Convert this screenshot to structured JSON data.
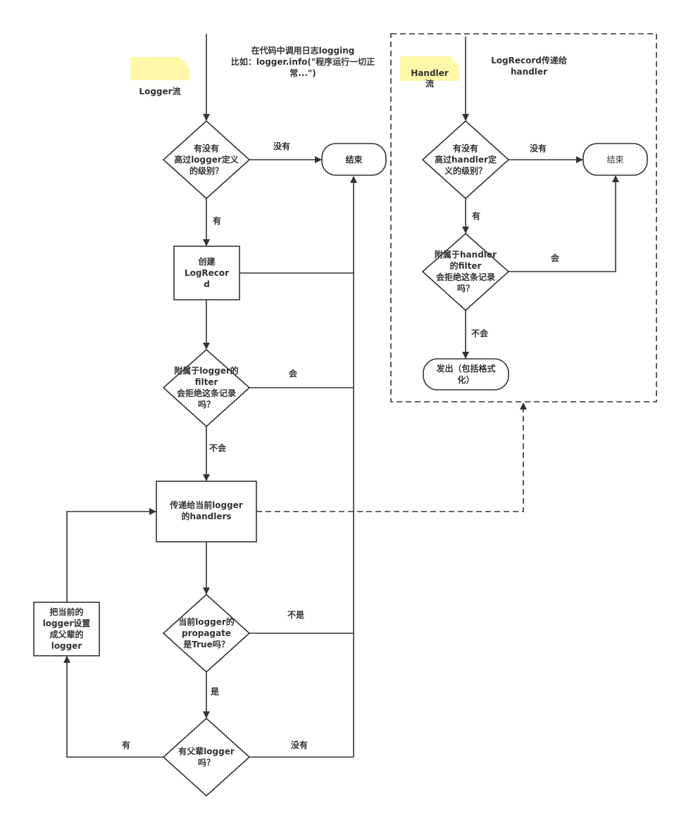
{
  "logger_flow": {
    "note_label": "Logger流",
    "start_text": "在代码中调用日志logging\n比如：logger.info(\"程序运行一切正\n常...\")",
    "level_check": "有没有\n高过logger定义\n的级别？",
    "level_no": "没有",
    "level_yes": "有",
    "end_label": "结束",
    "create_record": "创建\nLogRecor\nd",
    "filter_check": "附属于logger的\nfilter\n会拒绝这条记录\n吗？",
    "filter_yes": "会",
    "filter_no": "不会",
    "pass_handlers": "传递给当前logger\n的handlers",
    "propagate_check": "当前logger的\npropagate\n是True吗？",
    "propagate_no": "不是",
    "propagate_yes": "是",
    "parent_check": "有父辈logger\n吗？",
    "parent_yes": "有",
    "parent_no": "没有",
    "set_parent": "把当前的\nlogger设置\n成父辈的\nlogger"
  },
  "handler_flow": {
    "note_label": "Handler\n流",
    "start_text": "LogRecord传递给\nhandler",
    "level_check": "有没有\n高过handler定\n义的级别？",
    "level_no": "没有",
    "level_yes": "有",
    "end_label": "结束",
    "filter_check": "附属于handler\n的filter\n会拒绝这条记录\n吗？",
    "filter_yes": "会",
    "filter_no": "不会",
    "emit": "发出（包括格式\n化）"
  },
  "colors": {
    "stroke": "#333333",
    "note_fill": "#fff8a8"
  }
}
